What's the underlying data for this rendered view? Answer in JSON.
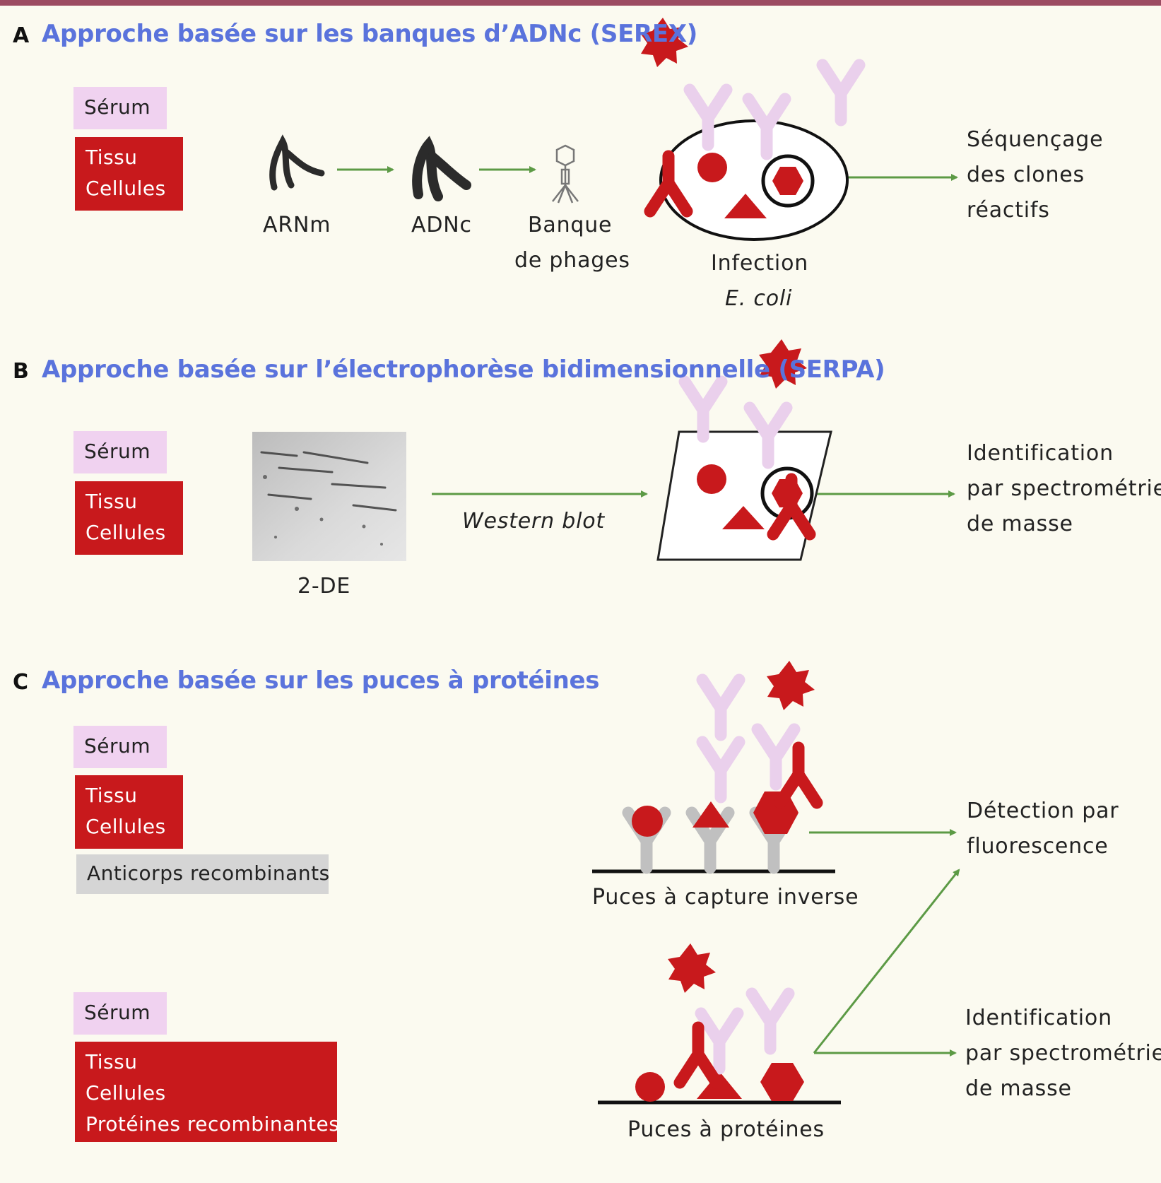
{
  "colors": {
    "top_bar": "#9c4b62",
    "title": "#5a73dc",
    "red": "#c8191c",
    "serum_pink": "#f0d2f0",
    "antibody_pink": "#ead0ec",
    "gray_box": "#d5d5d5",
    "capture_gray": "#c0c0c0",
    "arrow_green": "#5c9a45",
    "background": "#fbfaf0"
  },
  "icons": {
    "antigen": "star-icon",
    "antibody": "y-antibody-icon",
    "mrna": "mrna-strand-icon",
    "cdna": "cdna-strand-icon",
    "phage": "phage-icon",
    "gel": "2de-gel-icon",
    "arrow": "green-arrow-icon"
  },
  "section_a": {
    "letter": "A",
    "title": "Approche basée sur les banques d’ADNc (SEREX)",
    "box_serum": "Sérum",
    "box_tissu": "Tissu",
    "box_cellules": "Cellules",
    "label_arnm": "ARNm",
    "label_adnc": "ADNc",
    "label_banque_1": "Banque",
    "label_banque_2": "de phages",
    "label_infection": "Infection",
    "label_ecoli": "E. coli",
    "result_1": "Séquençage",
    "result_2": "des clones",
    "result_3": "réactifs"
  },
  "section_b": {
    "letter": "B",
    "title": "Approche basée sur l’électrophorèse bidimensionnelle (SERPA)",
    "box_serum": "Sérum",
    "box_tissu": "Tissu",
    "box_cellules": "Cellules",
    "label_2de": "2-DE",
    "label_western": "Western blot",
    "result_1": "Identification",
    "result_2": "par spectrométrie",
    "result_3": "de masse"
  },
  "section_c": {
    "letter": "C",
    "title": "Approche basée sur les puces à protéines",
    "group1": {
      "box_serum": "Sérum",
      "box_tissu": "Tissu",
      "box_cellules": "Cellules",
      "box_anticorps": "Anticorps recombinants"
    },
    "group2": {
      "box_serum": "Sérum",
      "box_tissu": "Tissu",
      "box_cellules": "Cellules",
      "box_proteines": "Protéines recombinantes"
    },
    "label_capture": "Puces à capture inverse",
    "label_proteines": "Puces à protéines",
    "result_fluo_1": "Détection par",
    "result_fluo_2": "fluorescence",
    "result_ms_1": "Identification",
    "result_ms_2": "par spectrométrie",
    "result_ms_3": "de masse"
  }
}
